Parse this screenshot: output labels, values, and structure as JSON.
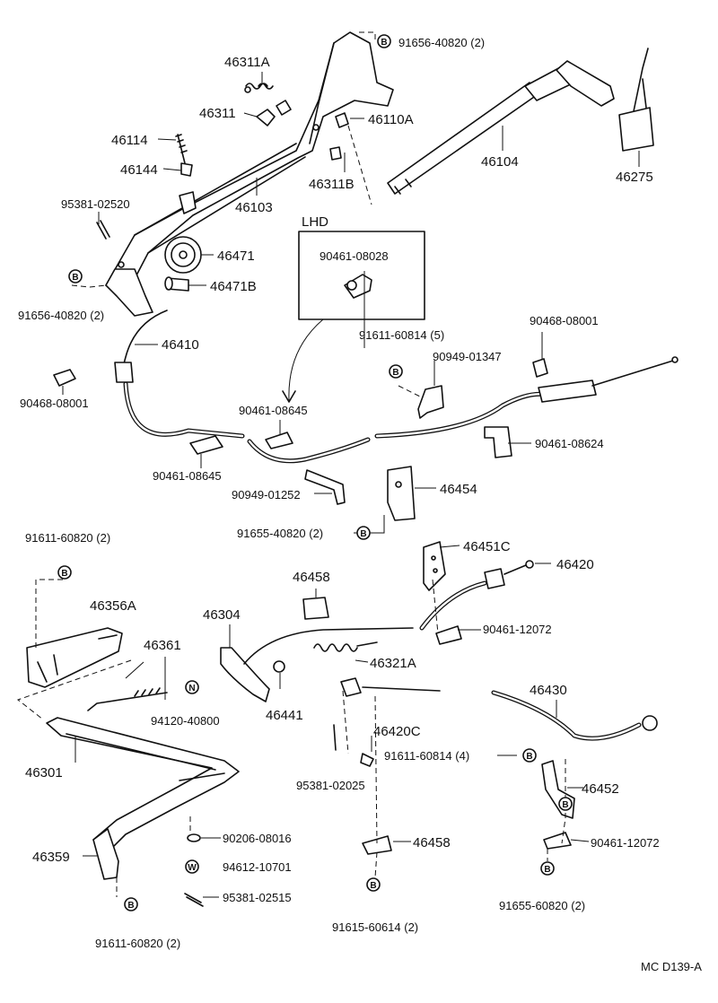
{
  "labels": {
    "p46311A": "46311A",
    "p46311": "46311",
    "p46114": "46114",
    "p46144": "46144",
    "p46110A": "46110A",
    "p46311B": "46311B",
    "p46103": "46103",
    "p46104": "46104",
    "p46275": "46275",
    "p95381_02520": "95381-02520",
    "p46471": "46471",
    "p46471B": "46471B",
    "p91656_40820_top": "91656-40820 (2)",
    "p91656_40820_left": "91656-40820 (2)",
    "lhd": "LHD",
    "p90461_08028": "90461-08028",
    "p46410": "46410",
    "p90468_08001_left": "90468-08001",
    "p90461_08645_mid": "90461-08645",
    "p90461_08645_low": "90461-08645",
    "p91611_60814_5": "91611-60814 (5)",
    "p90949_01347": "90949-01347",
    "p90468_08001_right": "90468-08001",
    "p90461_08624": "90461-08624",
    "p90949_01252": "90949-01252",
    "p46454": "46454",
    "p91655_40820": "91655-40820 (2)",
    "p91611_60820_top": "91611-60820 (2)",
    "p46356A": "46356A",
    "p46361": "46361",
    "p94120_40800": "94120-40800",
    "p46301": "46301",
    "p46359": "46359",
    "p90206_08016": "90206-08016",
    "p94612_10701": "94612-10701",
    "p95381_02515": "95381-02515",
    "p91611_60820_bot": "91611-60820 (2)",
    "p46458_top": "46458",
    "p46304": "46304",
    "p46441": "46441",
    "p46321A": "46321A",
    "p46451C": "46451C",
    "p46420": "46420",
    "p90461_12072_top": "90461-12072",
    "p46430": "46430",
    "p46420C": "46420C",
    "p91611_60814_4": "91611-60814 (4)",
    "p95381_02025": "95381-02025",
    "p46452": "46452",
    "p46458_bot": "46458",
    "p90461_12072_bot": "90461-12072",
    "p91615_60614": "91615-60614 (2)",
    "p91655_60820": "91655-60820 (2)",
    "code": "MC  D139-A"
  },
  "symbols": {
    "b": "B",
    "n": "N",
    "w": "W"
  }
}
